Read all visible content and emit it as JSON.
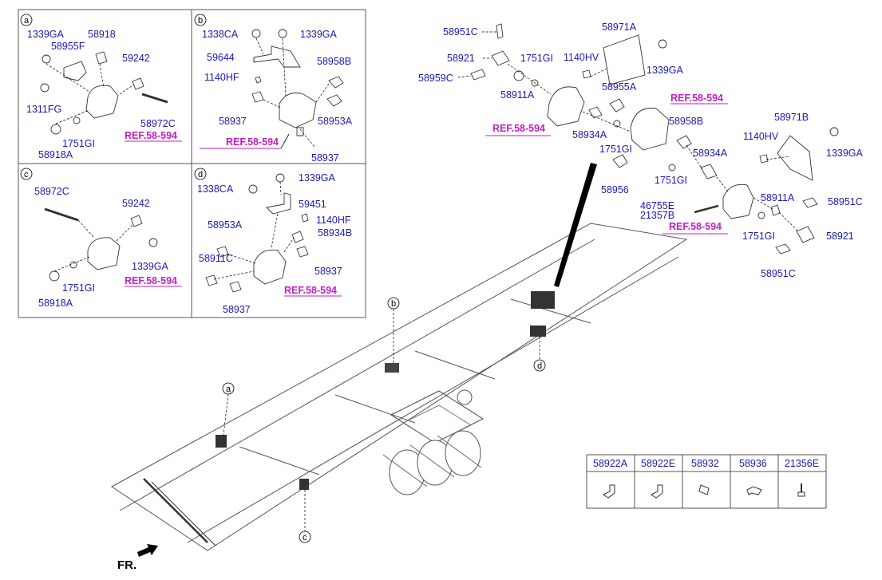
{
  "sections": {
    "a": {
      "letter": "a",
      "labels": [
        "1339GA",
        "58918",
        "58955F",
        "59242",
        "1311FG",
        "58972C",
        "58918A",
        "1751GI"
      ],
      "ref": "REF.58-594"
    },
    "b": {
      "letter": "b",
      "labels": [
        "1338CA",
        "1339GA",
        "59644",
        "58958B",
        "1140HF",
        "58937",
        "58953A",
        "58937"
      ],
      "ref": "REF.58-594"
    },
    "c": {
      "letter": "c",
      "labels": [
        "58972C",
        "59242",
        "1339GA",
        "1751GI",
        "58918A"
      ],
      "ref": "REF.58-594"
    },
    "d": {
      "letter": "d",
      "labels": [
        "1338CA",
        "1339GA",
        "59451",
        "1140HF",
        "58953A",
        "58934B",
        "58911C",
        "58937",
        "58937"
      ],
      "ref": "REF.58-594"
    }
  },
  "main": {
    "labels": [
      "58951C",
      "58971A",
      "58921",
      "1751GI",
      "1140HV",
      "1339GA",
      "58959C",
      "58911A",
      "58955A",
      "58934A",
      "1751GI",
      "58958B",
      "58971B",
      "1140HV",
      "1339GA",
      "58934A",
      "1751GI",
      "58956",
      "46755E",
      "21357B",
      "58911A",
      "58951C",
      "1751GI",
      "58921",
      "58951C"
    ],
    "refs": [
      "REF.58-594",
      "REF.58-594",
      "REF.58-594"
    ],
    "callouts": [
      "a",
      "b",
      "c",
      "d"
    ],
    "front_label": "FR."
  },
  "parts_table": {
    "headers": [
      "58922A",
      "58922E",
      "58932",
      "58936",
      "21356E"
    ],
    "icons": [
      "elbow-fitting-icon",
      "elbow-fitting-icon",
      "straight-connector-icon",
      "elbow-connector-icon",
      "bolt-icon"
    ]
  }
}
